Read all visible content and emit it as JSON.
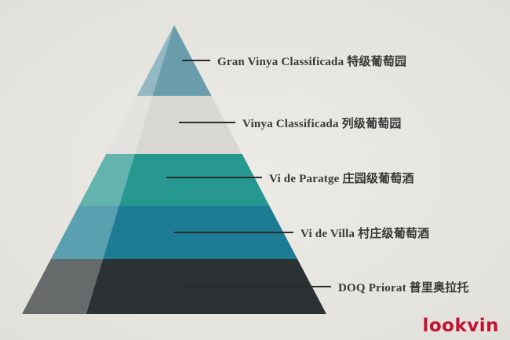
{
  "background": "#eae8e2",
  "diagram": {
    "type": "pyramid",
    "subject": "DOQ Priorat wine classification pyramid",
    "levels": [
      {
        "label": "Gran Vinya Classificada 特级葡萄园",
        "color": "#6a9dac"
      },
      {
        "label": "Vinya Classificada 列级葡萄园",
        "color": "#d8d7d2"
      },
      {
        "label": "Vi de Paratge 庄园级葡萄酒",
        "color": "#27988f"
      },
      {
        "label": "Vi de Villa 村庄级葡萄酒",
        "color": "#1b7c93"
      },
      {
        "label": "DOQ Priorat 普里奥拉托",
        "color": "#2c3133"
      }
    ],
    "highlight_overlay_color": "#ffffff"
  },
  "logo": {
    "text": "lookvin",
    "color": "#c31230"
  }
}
